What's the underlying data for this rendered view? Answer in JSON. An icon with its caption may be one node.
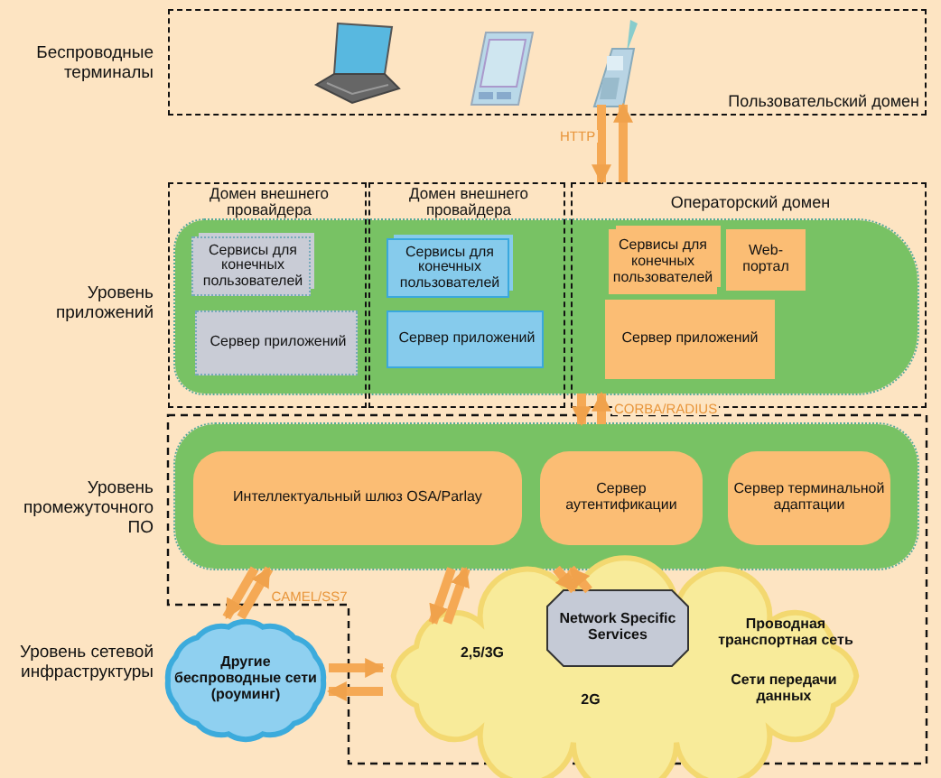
{
  "diagram": {
    "nodes": [
      {
        "text": [
          "Пользовательский домен"
        ]
      },
      {
        "text": [],
        "shape": "picture",
        "in": 0
      },
      {
        "text": [],
        "shape": "picture",
        "in": 0
      },
      {
        "text": [],
        "shape": "picture",
        "in": 0
      },
      {
        "text": [],
        "shape": "band"
      },
      {
        "text": [
          "Домен внешнего провайдера"
        ]
      },
      {
        "text": [
          "Домен внешнего провайдера"
        ]
      },
      {
        "text": [
          "Операторский домен"
        ]
      },
      {
        "text": [
          "Сервисы для конечных пользователей"
        ]
      },
      {
        "text": [
          "Сервер приложений"
        ]
      },
      {
        "text": [
          "Сервисы для конечных пользователей"
        ]
      },
      {
        "text": [
          "Сервер приложений"
        ]
      },
      {
        "text": [
          "Сервисы для конечных пользователей"
        ]
      },
      {
        "text": [
          "Web-портал"
        ]
      },
      {
        "text": [
          "Сервер приложений"
        ]
      },
      {
        "text": [],
        "shape": "band"
      },
      {
        "text": [
          "Интеллектуальный шлюз OSA/Parlay"
        ],
        "in": 15
      },
      {
        "text": [
          "Сервер аутентификации"
        ],
        "in": 15
      },
      {
        "text": [
          "Сервер терминальной адаптации"
        ],
        "in": 15
      },
      {
        "text": [
          "Другие беспроводные сети (роуминг)"
        ]
      },
      {
        "text": [
          "2,5/3G",
          "2G",
          "Проводная транспортная сеть",
          "Сети передачи данных"
        ]
      },
      {
        "text": [
          "Network Specific Services"
        ],
        "in": 20
      }
    ],
    "edges": [
      {
        "from": 3,
        "to": 7,
        "arrow": "to",
        "label": "HTTP"
      },
      {
        "from": 7,
        "to": 3,
        "arrow": "to"
      },
      {
        "from": 4,
        "to": 15,
        "arrow": "to"
      },
      {
        "from": 15,
        "to": 4,
        "arrow": "to",
        "label": "CORBA/RADIUS"
      },
      {
        "from": 15,
        "to": 19,
        "arrow": "to"
      },
      {
        "from": 19,
        "to": 15,
        "arrow": "to",
        "label": "CAMEL/SS7"
      },
      {
        "from": 15,
        "to": 20,
        "arrow": "to"
      },
      {
        "from": 20,
        "to": 15,
        "arrow": "to"
      },
      {
        "from": 15,
        "to": 21,
        "arrow": "to"
      },
      {
        "from": 21,
        "to": 15,
        "arrow": "to"
      },
      {
        "from": 19,
        "to": 20,
        "arrow": "to"
      },
      {
        "from": 20,
        "to": 19,
        "arrow": "to"
      }
    ],
    "labels": [
      "Беспроводные терминалы",
      "Уровень приложений",
      "Уровень промежуточного ПО",
      "Уровень сетевой инфраструктуры"
    ]
  }
}
